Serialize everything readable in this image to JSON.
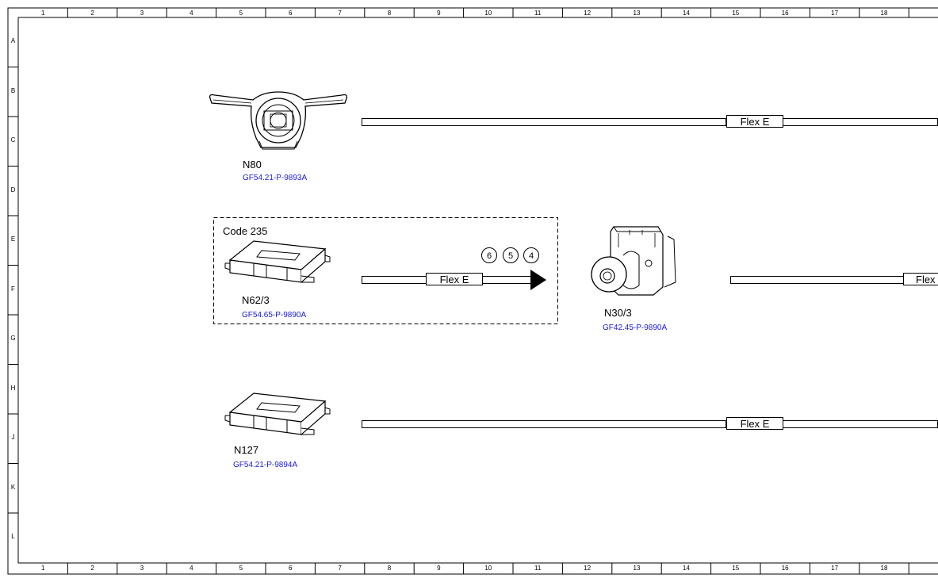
{
  "grid": {
    "columns": [
      "1",
      "2",
      "3",
      "4",
      "5",
      "6",
      "7",
      "8",
      "9",
      "10",
      "11",
      "12",
      "13",
      "14",
      "15",
      "16",
      "17",
      "18"
    ],
    "rows": [
      "A",
      "B",
      "C",
      "D",
      "E",
      "F",
      "G",
      "H",
      "J",
      "K",
      "L"
    ]
  },
  "components": {
    "n80": {
      "label": "N80",
      "doc": "GF54.21-P-9893A",
      "icon": "steering-column-module-icon"
    },
    "n62_3": {
      "label": "N62/3",
      "doc": "GF54.65-P-9890A",
      "icon": "control-unit-icon"
    },
    "n30_3": {
      "label": "N30/3",
      "doc": "GF42.45-P-9890A",
      "icon": "esp-hydraulic-unit-icon"
    },
    "n127": {
      "label": "N127",
      "doc": "GF54.21-P-9894A",
      "icon": "control-unit-icon"
    }
  },
  "code_group": {
    "label": "Code 235"
  },
  "buses": {
    "top": {
      "label": "Flex E"
    },
    "middle": {
      "label": "Flex E",
      "refs": [
        "6",
        "5",
        "4"
      ]
    },
    "middle_right": {
      "label": "Flex"
    },
    "bottom": {
      "label": "Flex E"
    }
  }
}
